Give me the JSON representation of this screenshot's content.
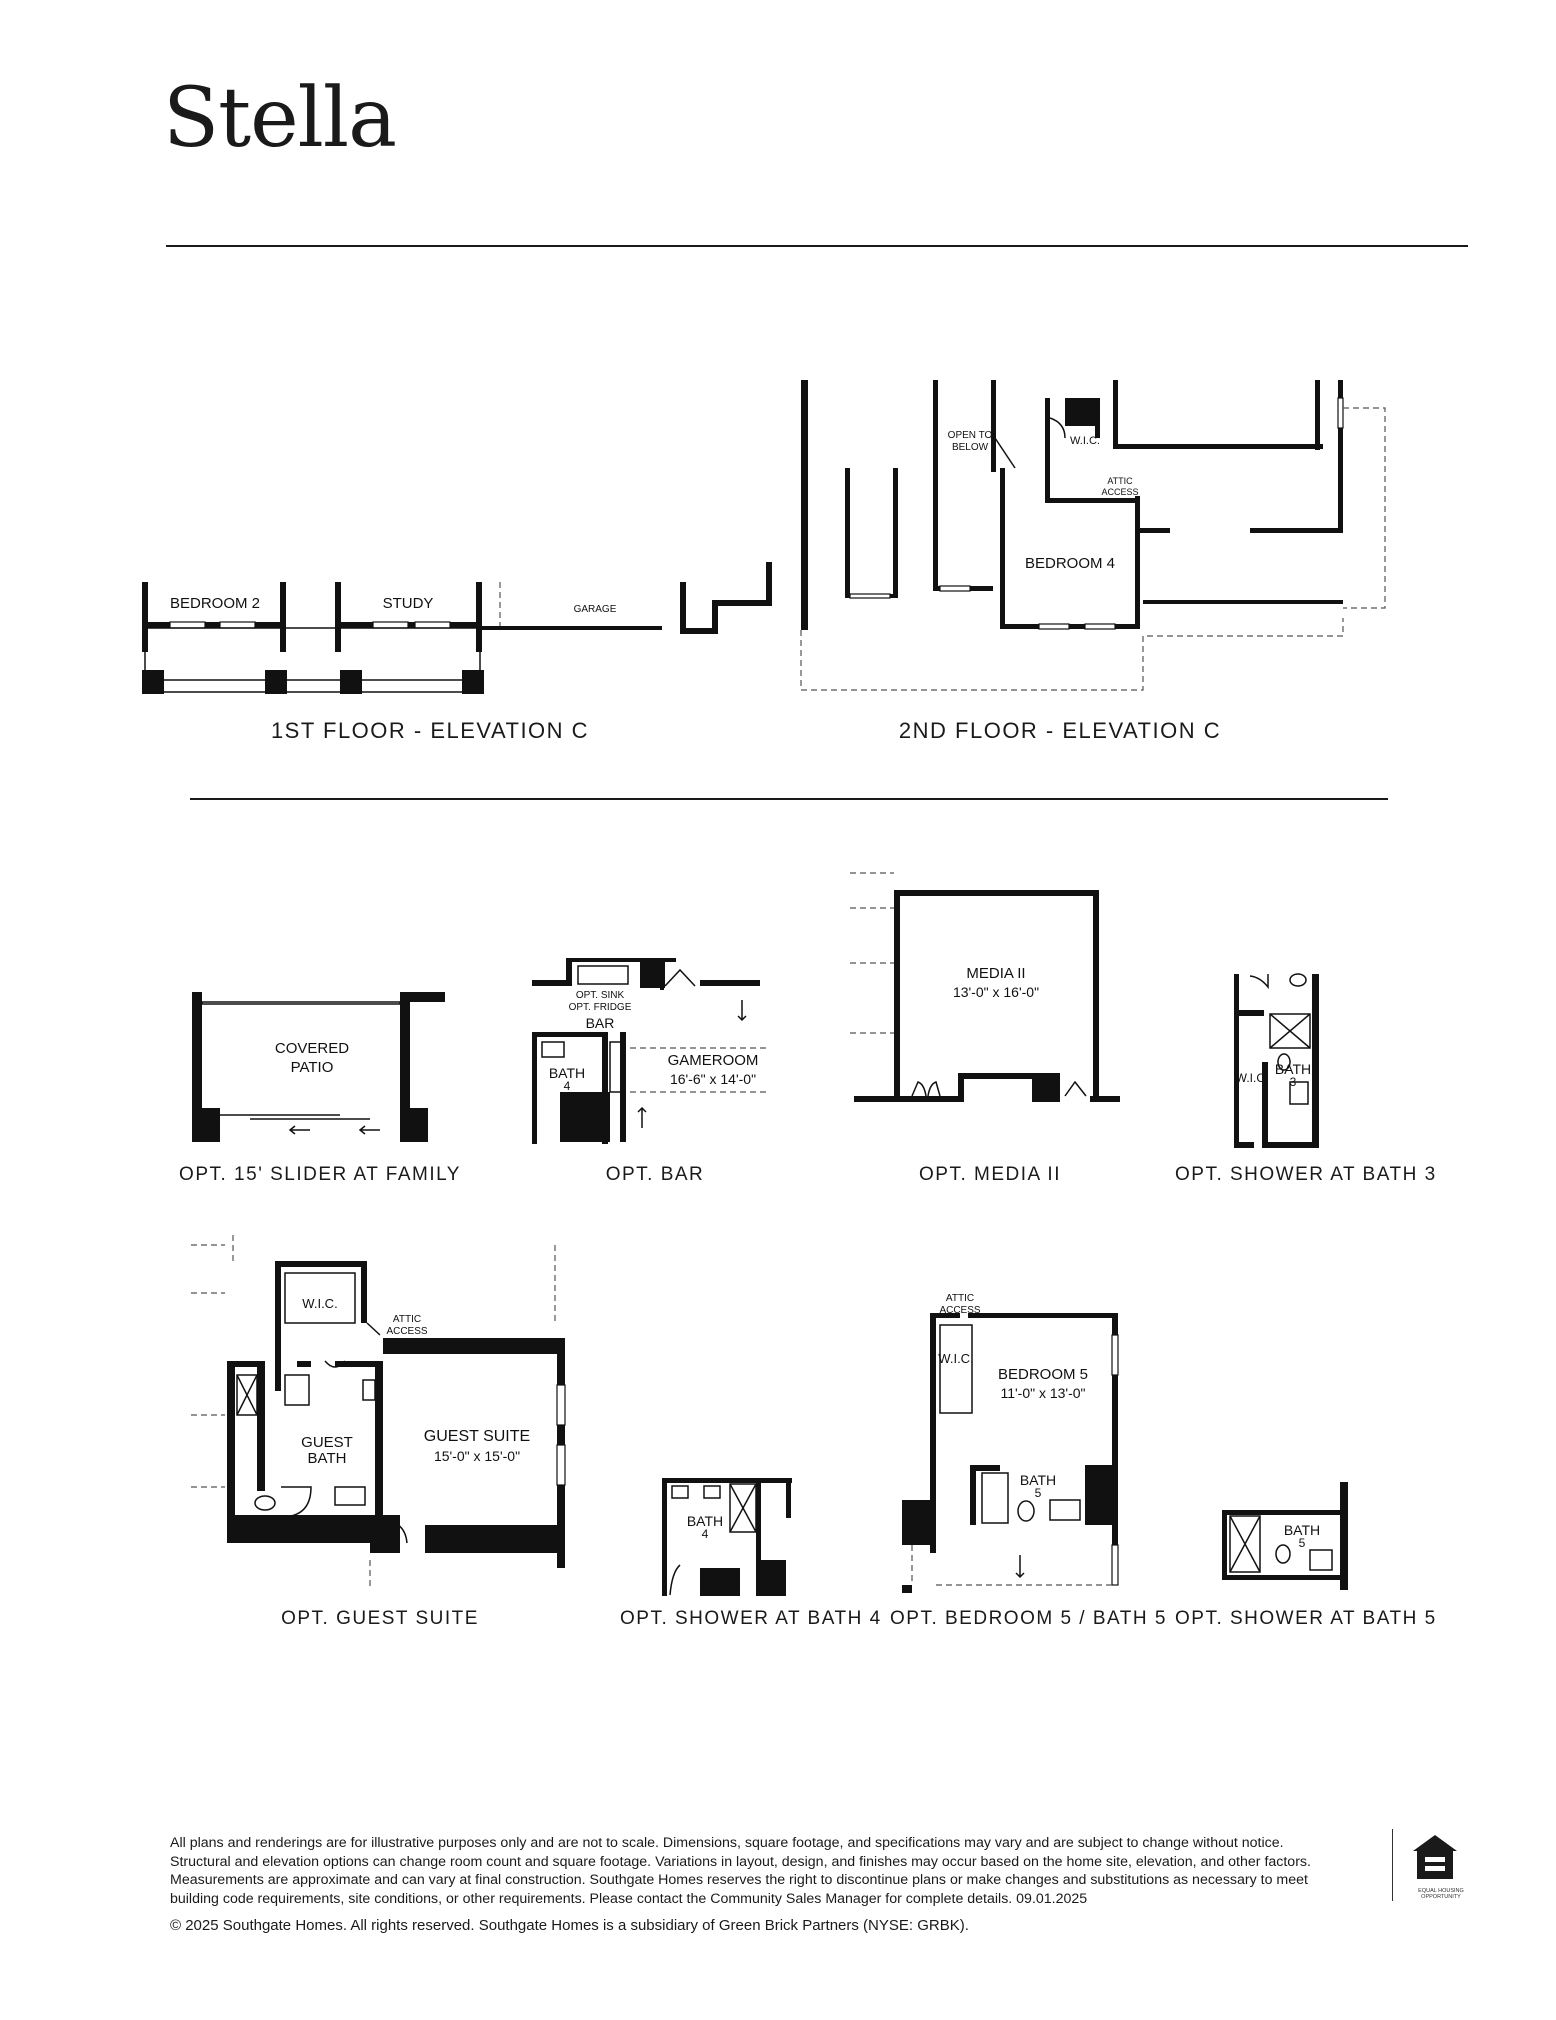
{
  "title": "Stella",
  "floors": {
    "first": {
      "caption": "1ST FLOOR - ELEVATION C",
      "labels": {
        "bedroom2": "BEDROOM 2",
        "study": "STUDY",
        "garage": "GARAGE"
      }
    },
    "second": {
      "caption": "2ND FLOOR - ELEVATION C",
      "labels": {
        "open_line1": "OPEN TO",
        "open_line2": "BELOW",
        "wic": "W.I.C.",
        "attic1": "ATTIC",
        "attic2": "ACCESS",
        "bedroom4": "BEDROOM 4"
      }
    }
  },
  "options": {
    "slider": {
      "caption": "OPT. 15' SLIDER AT FAMILY",
      "labels": {
        "line1": "COVERED",
        "line2": "PATIO"
      }
    },
    "bar": {
      "caption": "OPT. BAR",
      "labels": {
        "sink": "OPT. SINK",
        "fridge": "OPT. FRIDGE",
        "bar": "BAR",
        "gameroom": "GAMEROOM",
        "gameroom_dim": "16'-6\" x 14'-0\"",
        "bath": "BATH",
        "bath_num": "4"
      }
    },
    "media": {
      "caption": "OPT. MEDIA II",
      "labels": {
        "name": "MEDIA II",
        "dim": "13'-0\" x 16'-0\""
      }
    },
    "shower3": {
      "caption": "OPT. SHOWER AT BATH 3",
      "labels": {
        "wic": "W.I.C.",
        "bath": "BATH",
        "bath_num": "3"
      }
    },
    "guest": {
      "caption": "OPT. GUEST SUITE",
      "labels": {
        "wic": "W.I.C.",
        "attic1": "ATTIC",
        "attic2": "ACCESS",
        "bath1": "GUEST",
        "bath2": "BATH",
        "suite": "GUEST SUITE",
        "suite_dim": "15'-0\" x 15'-0\""
      }
    },
    "shower4": {
      "caption": "OPT. SHOWER AT BATH 4",
      "labels": {
        "bath": "BATH",
        "bath_num": "4"
      }
    },
    "bed5": {
      "caption": "OPT. BEDROOM 5 / BATH 5",
      "labels": {
        "attic1": "ATTIC",
        "attic2": "ACCESS",
        "wic": "W.I.C.",
        "bedroom": "BEDROOM 5",
        "bedroom_dim": "11'-0\" x 13'-0\"",
        "bath": "BATH",
        "bath_num": "5"
      }
    },
    "shower5": {
      "caption": "OPT. SHOWER AT BATH 5",
      "labels": {
        "bath": "BATH",
        "bath_num": "5"
      }
    }
  },
  "footer": {
    "disclaimer_1": "All plans and renderings are for illustrative purposes only and are not to scale. Dimensions, square footage, and specifications may vary and are subject to change without notice.",
    "disclaimer_2": "Structural and elevation options can change room count and square footage. Variations in layout, design, and finishes may occur based on the home site, elevation, and other factors.",
    "disclaimer_3": "Measurements are approximate and can vary at final construction. Southgate Homes reserves the right to discontinue plans or make changes and substitutions as necessary to meet",
    "disclaimer_4": "building code requirements, site conditions, or other requirements. Please contact the Community Sales Manager for complete details. 09.01.2025",
    "copyright": "© 2025 Southgate Homes. All rights reserved. Southgate Homes is a subsidiary of Green Brick Partners (NYSE: GRBK).",
    "logo_label": "EQUAL HOUSING OPPORTUNITY"
  }
}
